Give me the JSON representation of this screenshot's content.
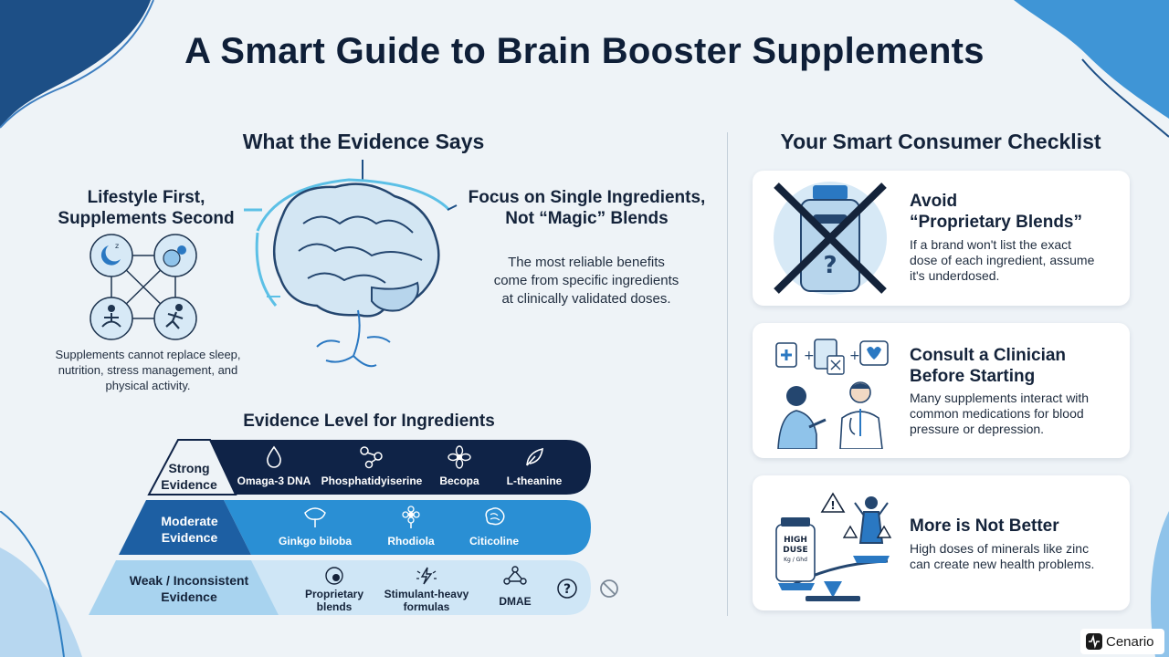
{
  "title": "A Smart Guide to Brain Booster Supplements",
  "evidence": {
    "heading": "What the Evidence Says",
    "lifestyle": {
      "title_line1": "Lifestyle First,",
      "title_line2": "Supplements Second",
      "body_line1": "Supplements cannot replace sleep,",
      "body_line2": "nutrition, stress management, and",
      "body_line3": "physical activity.",
      "icons": [
        "sleep-icon",
        "nutrition-icon",
        "meditation-icon",
        "running-icon"
      ]
    },
    "single": {
      "title_line1": "Focus on Single Ingredients,",
      "title_line2": "Not “Magic” Blends",
      "body_line1": "The most reliable benefits",
      "body_line2": "come from specific ingredients",
      "body_line3": "at clinically validated doses."
    }
  },
  "levels": {
    "heading": "Evidence Level for Ingredients",
    "strong": {
      "label_line1": "Strong",
      "label_line2": "Evidence",
      "items": [
        "Omaga-3 DNA",
        "Phosphatidyiserine",
        "Becopa",
        "L-theanine"
      ]
    },
    "moderate": {
      "label_line1": "Moderate",
      "label_line2": "Evidence",
      "items": [
        "Ginkgo biloba",
        "Rhodiola",
        "Citicoline"
      ]
    },
    "weak": {
      "label_line1": "Weak / Inconsistent",
      "label_line2": "Evidence",
      "items": [
        {
          "line1": "Proprietary",
          "line2": "blends"
        },
        {
          "line1": "Stimulant-heavy",
          "line2": "formulas"
        },
        {
          "line1": "DMAE",
          "line2": ""
        }
      ]
    }
  },
  "checklist": {
    "heading": "Your Smart Consumer Checklist",
    "cards": [
      {
        "title_line1": "Avoid",
        "title_line2": "“Proprietary Blends”",
        "body_line1": "If a brand won't list the exact",
        "body_line2": "dose of each ingredient, assume",
        "body_line3": "it's underdosed."
      },
      {
        "title_line1": "Consult a Clinician",
        "title_line2": "Before Starting",
        "body_line1": "Many supplements interact with",
        "body_line2": "common medications for blood",
        "body_line3": "pressure or depression."
      },
      {
        "title_line1": "More is Not Better",
        "title_line2": "",
        "body_line1": "High doses of minerals like zinc",
        "body_line2": "can create new health problems.",
        "body_line3": "",
        "bottle_line1": "HIGH",
        "bottle_line2": "DUSE",
        "bottle_line3": "Kg / Ghd"
      }
    ]
  },
  "brand": "Cenario",
  "colors": {
    "navy": "#0f2347",
    "blue": "#2a8fd4",
    "light_blue": "#a8d3ef",
    "background": "#eef3f7"
  }
}
